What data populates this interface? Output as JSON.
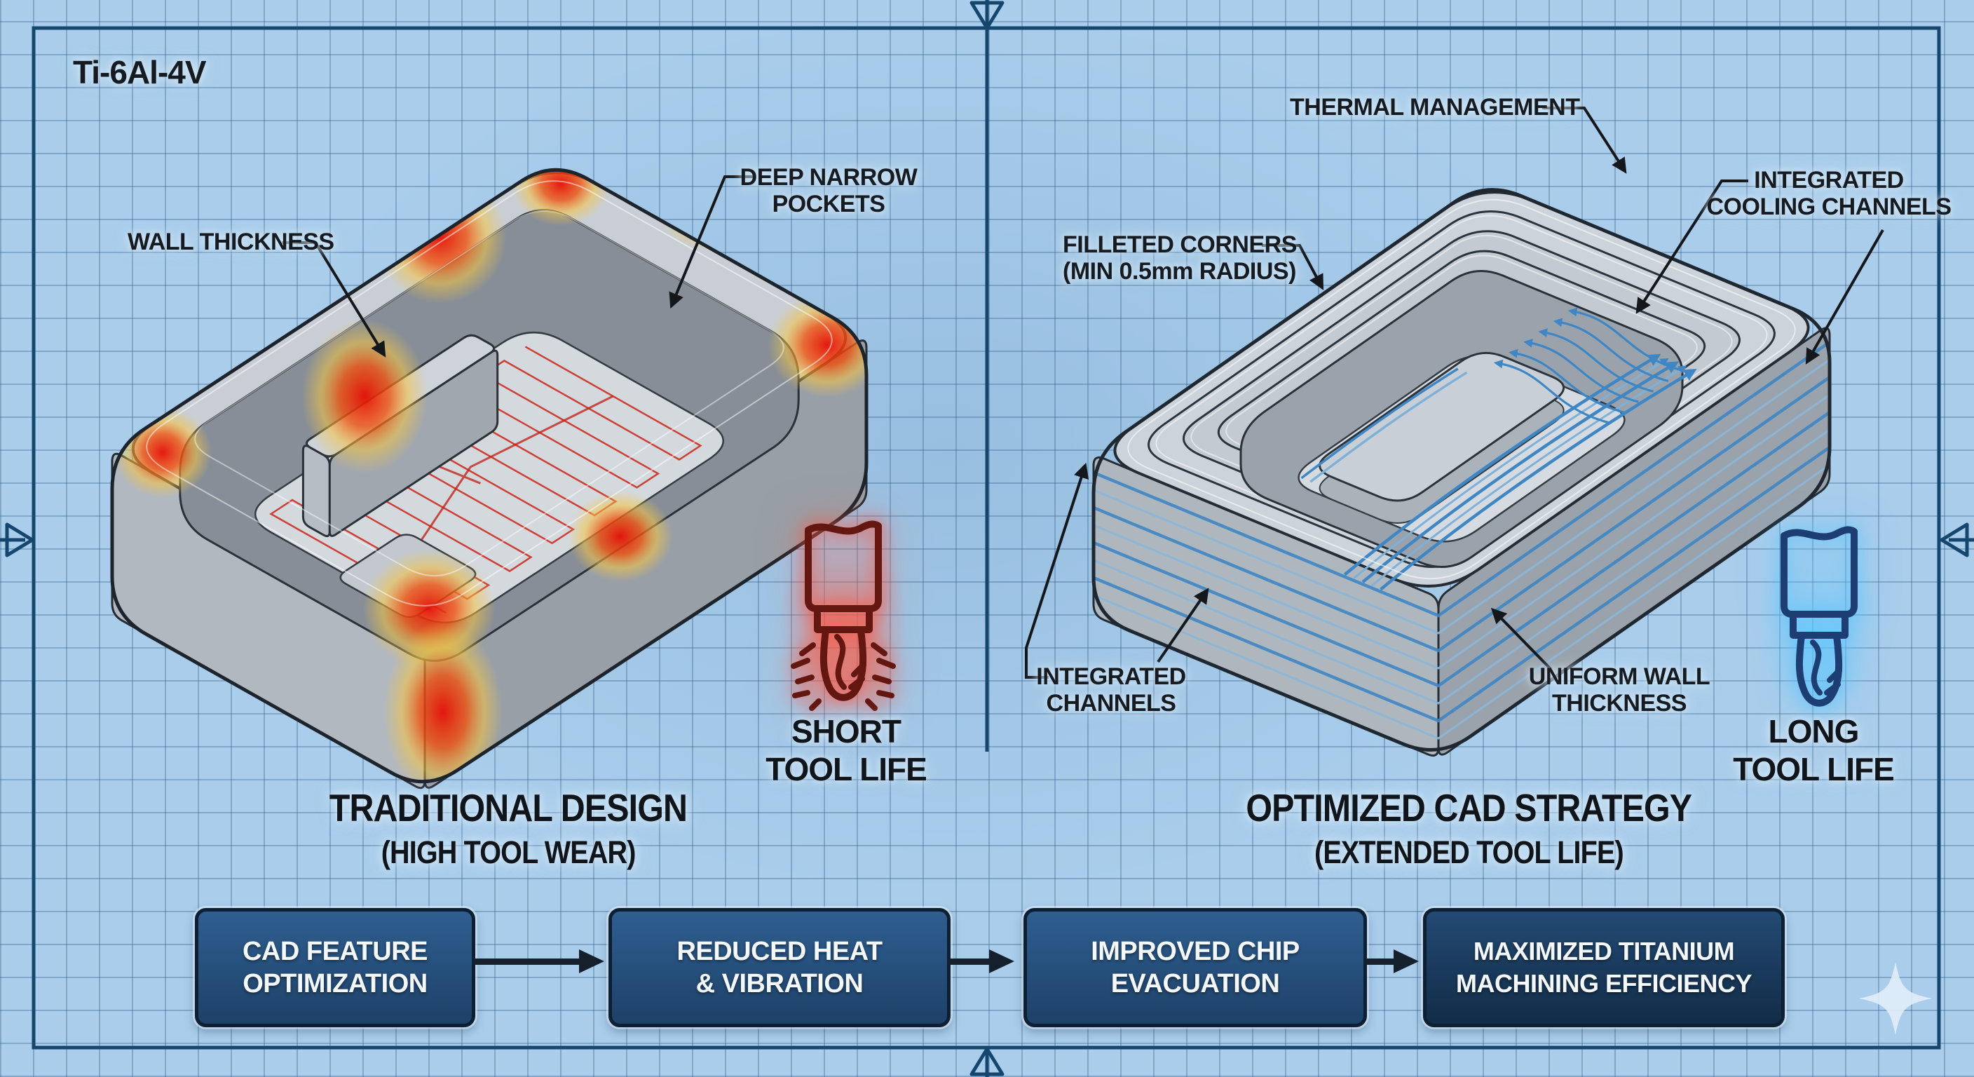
{
  "material_label": "Ti-6Al-4V",
  "left_panel": {
    "title": "TRADITIONAL DESIGN",
    "subtitle": "(HIGH TOOL WEAR)",
    "annotations": {
      "wall_thickness": "WALL THICKNESS",
      "deep_narrow_1": "DEEP NARROW",
      "deep_narrow_2": "POCKETS"
    },
    "tool_badge": {
      "line1": "SHORT",
      "line2": "TOOL LIFE",
      "icon": "end-mill-glowing-red"
    }
  },
  "right_panel": {
    "title": "OPTIMIZED CAD STRATEGY",
    "subtitle": "(EXTENDED TOOL LIFE)",
    "annotations": {
      "thermal": "THERMAL MANAGEMENT",
      "filleted_1": "FILLETED CORNERS",
      "filleted_2": "(MIN 0.5mm RADIUS)",
      "cooling_1": "INTEGRATED",
      "cooling_2": "COOLING CHANNELS",
      "channels_1": "INTEGRATED",
      "channels_2": "CHANNELS",
      "uniform_1": "UNIFORM WALL",
      "uniform_2": "THICKNESS"
    },
    "tool_badge": {
      "line1": "LONG",
      "line2": "TOOL LIFE",
      "icon": "end-mill-cool-blue"
    }
  },
  "flow_steps": [
    {
      "line1": "CAD FEATURE",
      "line2": "OPTIMIZATION"
    },
    {
      "line1": "REDUCED HEAT",
      "line2": "& VIBRATION"
    },
    {
      "line1": "IMPROVED CHIP",
      "line2": "EVACUATION"
    },
    {
      "line1": "MAXIMIZED TITANIUM",
      "line2": "MACHINING EFFICIENCY"
    }
  ],
  "watermark_icon": "four-point-sparkle",
  "colors": {
    "background": "#a9cdeb",
    "grid_line": "#3c6e9e",
    "frame_navy": "#15466e",
    "ink": "#14181d",
    "heat_red": "#e3170c",
    "toolpath_red": "#cc2419",
    "coolant_blue": "#3f86c4",
    "metal_gray": "#c9ced4",
    "box_fill": "#27517e",
    "box_fill_dark": "#1b3c5f",
    "box_border": "#0c1f33",
    "box_text": "#f4f8fb"
  }
}
